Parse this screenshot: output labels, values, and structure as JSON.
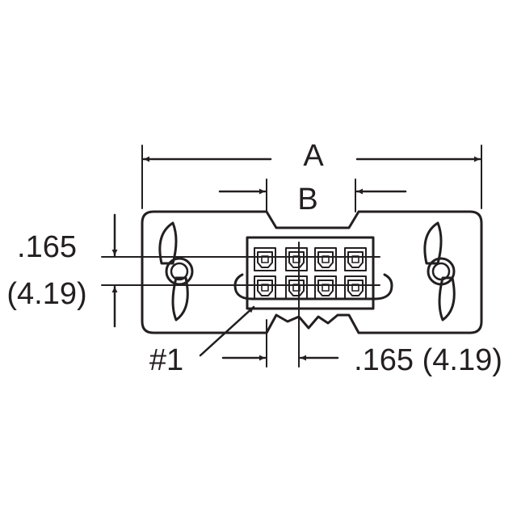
{
  "labels": {
    "dim_a": "A",
    "dim_b": "B",
    "pitch_vertical_in": ".165",
    "pitch_vertical_mm": "(4.19)",
    "pin_one": "#1",
    "pitch_horizontal": ".165 (4.19)"
  },
  "colors": {
    "ink": "#231f20",
    "background": "#ffffff"
  }
}
